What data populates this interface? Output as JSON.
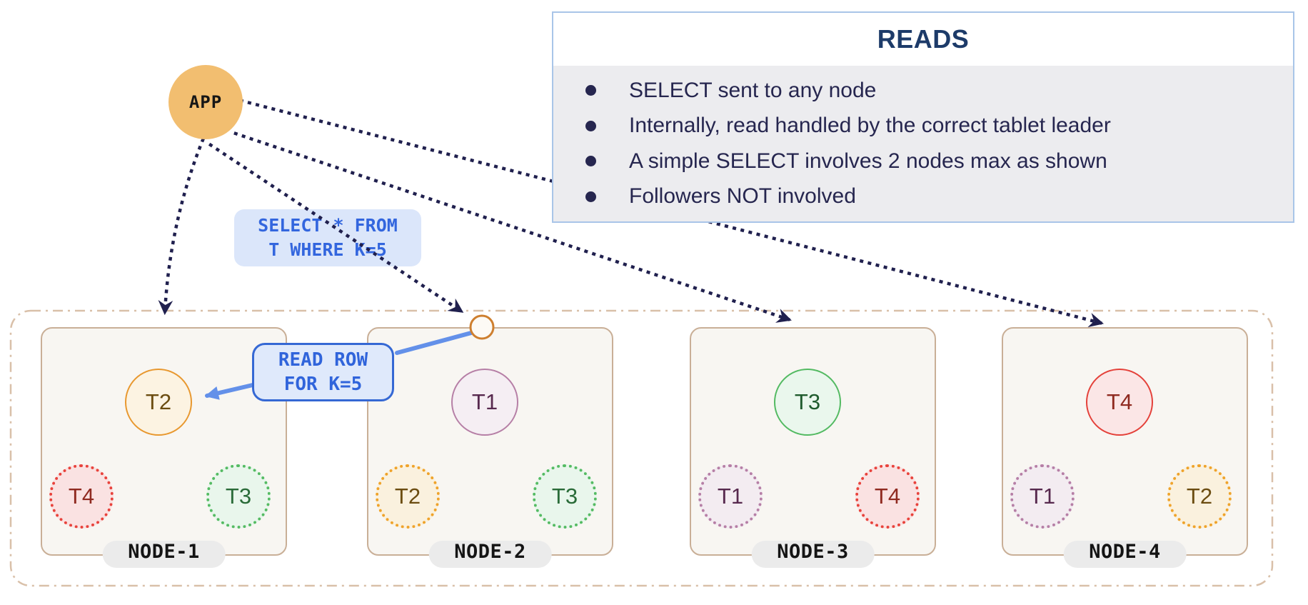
{
  "app": {
    "label": "APP"
  },
  "reads_panel": {
    "title": "READS",
    "bullets": [
      "SELECT sent to any node",
      "Internally, read handled by the correct tablet leader",
      "A simple SELECT involves 2 nodes max as shown",
      "Followers NOT involved"
    ]
  },
  "select_label": {
    "line1": "SELECT * FROM",
    "line2": "T WHERE K=5"
  },
  "read_row_label": {
    "line1": "READ ROW",
    "line2": "FOR K=5"
  },
  "nodes": [
    {
      "name": "NODE-1",
      "leader": {
        "label": "T2",
        "color": "#E8982F"
      },
      "followers": [
        {
          "label": "T4",
          "color": "#E8433C"
        },
        {
          "label": "T3",
          "color": "#55BB63"
        }
      ]
    },
    {
      "name": "NODE-2",
      "leader": {
        "label": "T1",
        "color": "#B67FA6"
      },
      "followers": [
        {
          "label": "T2",
          "color": "#EFA32B"
        },
        {
          "label": "T3",
          "color": "#55BB63"
        }
      ]
    },
    {
      "name": "NODE-3",
      "leader": {
        "label": "T3",
        "color": "#53BA62"
      },
      "followers": [
        {
          "label": "T1",
          "color": "#B67FA6"
        },
        {
          "label": "T4",
          "color": "#E8433C"
        }
      ]
    },
    {
      "name": "NODE-4",
      "leader": {
        "label": "T4",
        "color": "#E4413A"
      },
      "followers": [
        {
          "label": "T1",
          "color": "#B67FA6"
        },
        {
          "label": "T2",
          "color": "#EFA32B"
        }
      ]
    }
  ],
  "colors": {
    "app_fill": "#F2BE70",
    "arrow_navy": "#20204E",
    "arrow_blue": "#6390E9",
    "node_border": "#C9AF97",
    "node_fill": "#F8F6F2",
    "container_border": "#D9C0A9",
    "pill_fill": "#EBEBEB",
    "reads_border": "#A9C5E8",
    "reads_body": "#ECECEF",
    "reads_title": "#1D3B69",
    "reads_text": "#26264F",
    "sql_text": "#3366DE",
    "sql_bg": "#DBE6FA",
    "callout_border": "#3568D4",
    "port_circle_border": "#CE7F2F"
  }
}
